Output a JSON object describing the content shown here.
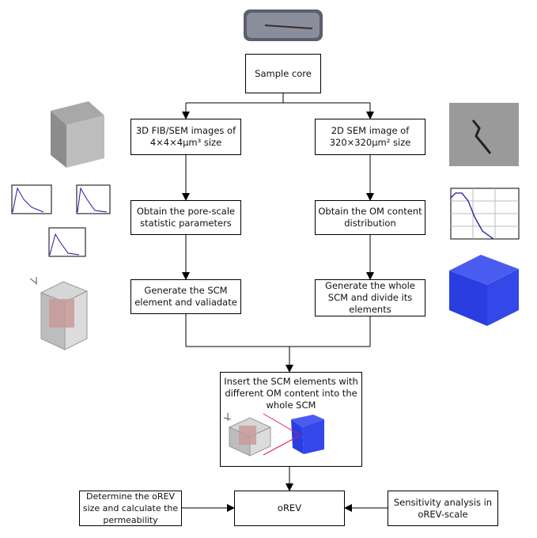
{
  "nodes": {
    "sample_core": "Sample core",
    "fib_sem": "3D FIB/SEM images of 4×4×4μm³ size",
    "sem_2d": "2D SEM image of 320×320μm² size",
    "pore_scale": "Obtain the pore-scale statistic parameters",
    "om_content": "Obtain the OM content distribution",
    "generate_element": "Generate the SCM element and valiadate",
    "generate_whole": "Generate the whole SCM and divide its elements",
    "insert": "Insert the SCM elements with different OM content into the whole SCM",
    "orev": "oREV",
    "determine": "Determine the oREV size and calculate the permeability",
    "sensitivity": "Sensitivity analysis in oREV-scale"
  },
  "colors": {
    "line": "#000000",
    "blue_cube": "#2a3de0",
    "grey_cube": "#c8c8c8",
    "pink_core": "#c89a9a",
    "pointer": "#e0204a",
    "curve": "#1a1a9a"
  }
}
